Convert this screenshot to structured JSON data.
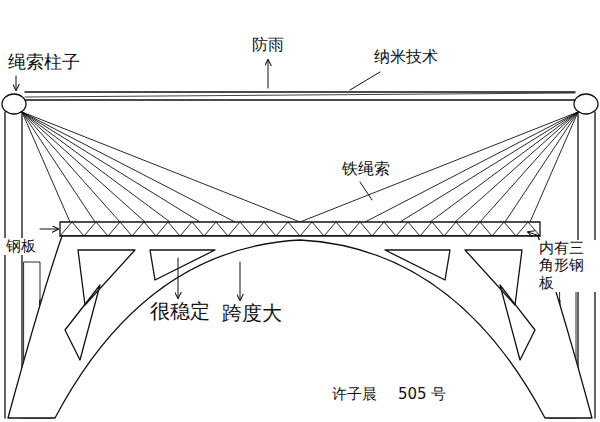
{
  "diagram": {
    "labels": [
      "绳索柱子",
      "防雨",
      "纳米技术",
      "铁绳索",
      "钢板",
      "内有三角形钢板",
      "很稳定",
      "跨度大",
      "许子晨",
      "505 号"
    ]
  }
}
